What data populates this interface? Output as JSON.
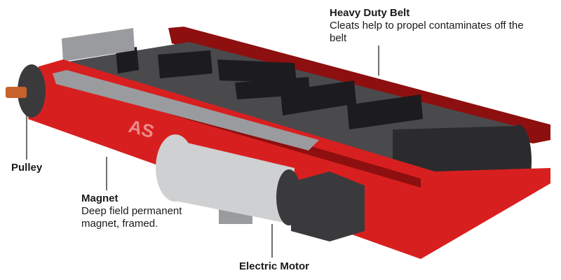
{
  "diagram": {
    "title": "",
    "brand_mark": "AS",
    "colors": {
      "frame": "#d81f1f",
      "frame_dark": "#8e0f0f",
      "belt": "#2b2b2d",
      "belt_top": "#4a4a4d",
      "cleat": "#1c1c1e",
      "motor": "#cfd0d2",
      "motor_shadow": "#9a9b9e",
      "motor_cap": "#3a3a3c",
      "pulley": "#c8622a",
      "leader_line": "#333333"
    },
    "callouts": [
      {
        "id": "belt",
        "title": "Heavy Duty Belt",
        "description": "Cleats help to propel contaminates off the belt"
      },
      {
        "id": "pulley",
        "title": "Pulley",
        "description": ""
      },
      {
        "id": "magnet",
        "title": "Magnet",
        "description": "Deep field permanent magnet, framed."
      },
      {
        "id": "motor",
        "title": "Electric Motor",
        "description": ""
      }
    ]
  }
}
